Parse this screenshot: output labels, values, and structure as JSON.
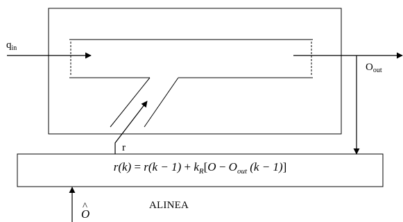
{
  "labels": {
    "inflow_main": "q",
    "inflow_sub": "in",
    "outflow_main": "O",
    "outflow_sub": "out",
    "ramp_rate": "r",
    "controller_name": "ALINEA",
    "setpoint": "O"
  },
  "formula": {
    "lhs": "r(k)",
    "eq": " = ",
    "term1": "r(k − 1)",
    "plus": " + ",
    "gain": "k",
    "gain_sub": "R",
    "open_bracket": "[",
    "setpoint": "O",
    "minus": " − ",
    "meas": "O",
    "meas_sub": "out",
    "meas_arg": " (k − 1)",
    "close_bracket": "]"
  },
  "colors": {
    "stroke": "#000000",
    "background": "#ffffff"
  }
}
